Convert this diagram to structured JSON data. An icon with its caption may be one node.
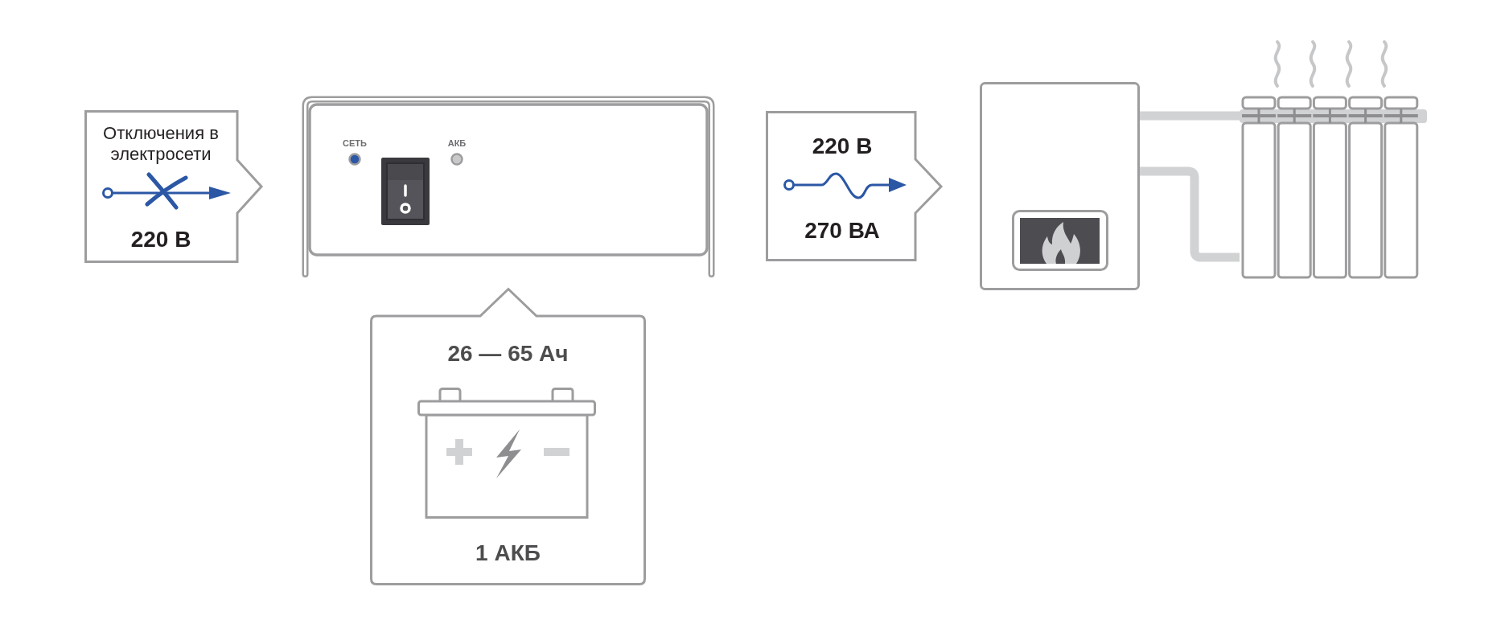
{
  "diagram": {
    "nodes": [
      {
        "text": [
          "Отключения в электросети",
          "220 В"
        ]
      },
      {
        "text": [
          "СЕТЬ",
          "АКБ"
        ]
      },
      {
        "text": [
          "26 — 65 Ач",
          "1 АКБ"
        ]
      },
      {
        "text": [
          "220 В",
          "270 ВА"
        ]
      },
      {
        "text": [],
        "shape": "picture"
      },
      {
        "text": [],
        "shape": "picture"
      }
    ],
    "edges": [
      {
        "from": 4,
        "to": 5,
        "arrow": "none"
      },
      {
        "from": 4,
        "to": 5,
        "arrow": "none"
      }
    ]
  }
}
